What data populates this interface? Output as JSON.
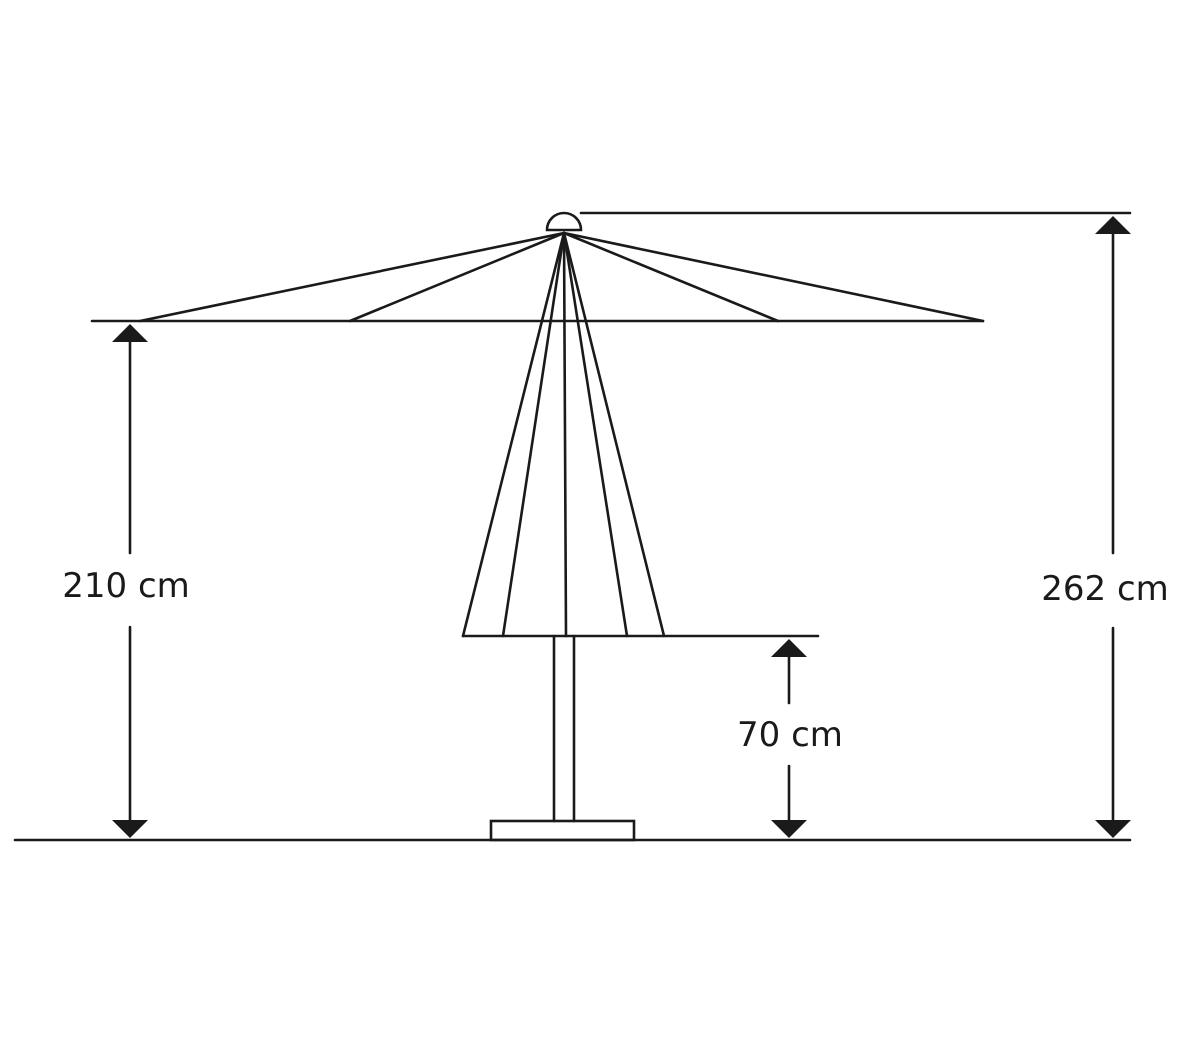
{
  "dimensions": {
    "canopy_height": {
      "value": 210,
      "unit": "cm",
      "label": "210 cm"
    },
    "total_height": {
      "value": 262,
      "unit": "cm",
      "label": "262 cm"
    },
    "base_clearance": {
      "value": 70,
      "unit": "cm",
      "label": "70 cm"
    }
  },
  "colors": {
    "line": "#1a1a1a",
    "background": "#ffffff"
  }
}
